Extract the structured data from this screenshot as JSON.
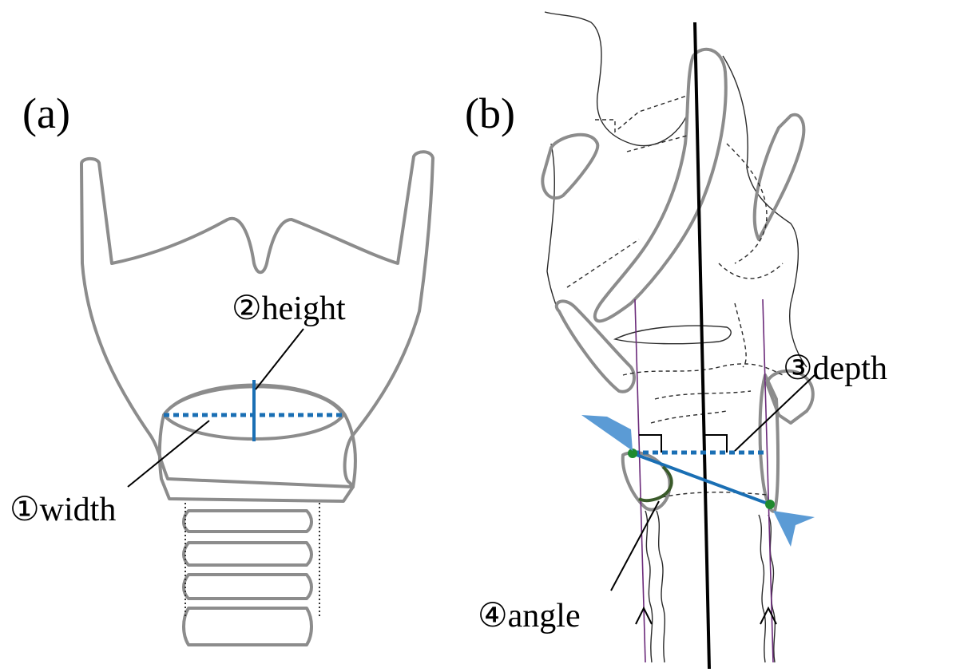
{
  "panels": {
    "a": {
      "label": "(a)"
    },
    "b": {
      "label": "(b)"
    }
  },
  "measurements": {
    "width": "①width",
    "height": "②height",
    "depth": "③depth",
    "angle": "④angle"
  },
  "colors": {
    "outline": "#8c8c8c",
    "measure_line": "#1a6fb4",
    "arrow": "#5b9bd5",
    "point": "#1f8a2e",
    "reference_line": "#6b2a7a",
    "angle_arc": "#3a5a2a"
  }
}
